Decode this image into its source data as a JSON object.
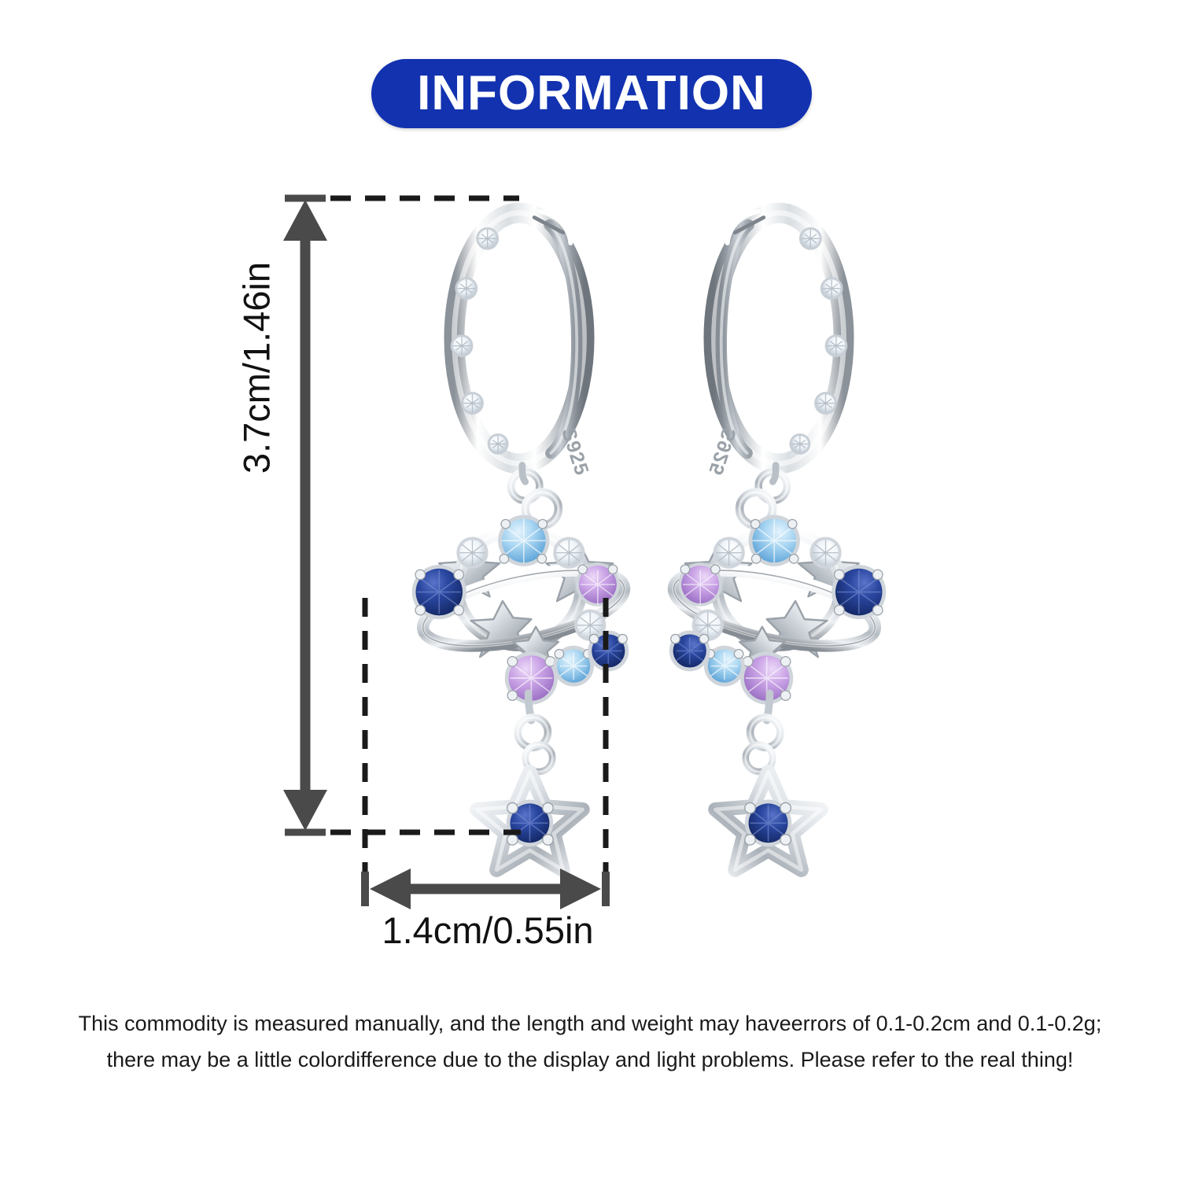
{
  "header": {
    "badge_label": "INFORMATION",
    "badge_color": "#1232b0",
    "badge_text_color": "#ffffff"
  },
  "product": {
    "name": "Sterling silver planet and star drop hoop earrings",
    "pair_count": 2,
    "metal_stamp": "S925",
    "metal_color": "#d6dade",
    "components": [
      {
        "name": "huggie-hoop",
        "description": "Paved huggie hoop with five clear cubic zirconia stones and S925 engraving"
      },
      {
        "name": "planet-charm",
        "description": "Open Saturn-style planet ring set with coloured cubic zirconia and silver stars"
      },
      {
        "name": "star-drop",
        "description": "Open silver star outline with a central navy cubic zirconia"
      }
    ],
    "stone_colors": {
      "clear": "#f2f6fa",
      "light_blue": "#8ec4e8",
      "navy_blue": "#1e3a8c",
      "lavender": "#c49fe0"
    }
  },
  "dimensions": {
    "height_label": "3.7cm/1.46in",
    "height_value_cm": 3.7,
    "height_value_in": 1.46,
    "width_label": "1.4cm/0.55in",
    "width_value_cm": 1.4,
    "width_value_in": 0.55,
    "guide_color": "#4a4a4a"
  },
  "disclaimer": {
    "line1": "This commodity is measured manually, and the length and weight may haveerrors of 0.1-0.2cm and 0.1-0.2g;",
    "line2": "there may be a little colordifference due to the display and light problems. Please refer to the real thing!"
  }
}
